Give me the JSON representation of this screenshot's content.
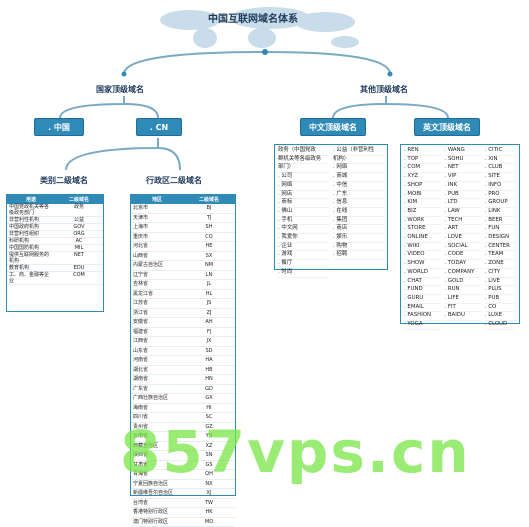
{
  "title": "中国互联网域名体系",
  "level1": {
    "national": "国家顶级域名",
    "other": "其他顶级域名"
  },
  "tld_boxes": {
    "cn_dot": ". 中国",
    "cn": ". CN",
    "chinese": "中文顶级域名",
    "english": "英文顶级域名"
  },
  "level3": {
    "category": "类别二级域名",
    "admin": "行政区二级域名"
  },
  "category_table": {
    "headers": [
      "用途",
      "二级域名"
    ],
    "rows": [
      [
        "中国党政机关等各级政务部门",
        "政务"
      ],
      [
        "非营利性机构",
        "公益"
      ],
      [
        "中国政府机构",
        "GOV"
      ],
      [
        "非营利性组织",
        "ORG"
      ],
      [
        "科研机构",
        "AC"
      ],
      [
        "中国国防机构",
        "MIL"
      ],
      [
        "提供互联网服务的机构",
        "NET"
      ],
      [
        "教育机构",
        "EDU"
      ],
      [
        "工、商、金融等企业",
        "COM"
      ]
    ]
  },
  "admin_table": {
    "headers": [
      "地区",
      "二级域名"
    ],
    "rows": [
      [
        "北京市",
        "BJ"
      ],
      [
        "天津市",
        "TJ"
      ],
      [
        "上海市",
        "SH"
      ],
      [
        "重庆市",
        "CQ"
      ],
      [
        "河北省",
        "HE"
      ],
      [
        "山西省",
        "SX"
      ],
      [
        "内蒙古自治区",
        "NM"
      ],
      [
        "辽宁省",
        "LN"
      ],
      [
        "吉林省",
        "JL"
      ],
      [
        "黑龙江省",
        "HL"
      ],
      [
        "江苏省",
        "JS"
      ],
      [
        "浙江省",
        "ZJ"
      ],
      [
        "安徽省",
        "AH"
      ],
      [
        "福建省",
        "FJ"
      ],
      [
        "江西省",
        "JX"
      ],
      [
        "山东省",
        "SD"
      ],
      [
        "河南省",
        "HA"
      ],
      [
        "湖北省",
        "HB"
      ],
      [
        "湖南省",
        "HN"
      ],
      [
        "广东省",
        "GD"
      ],
      [
        "广西壮族自治区",
        "GX"
      ],
      [
        "海南省",
        "HI"
      ],
      [
        "四川省",
        "SC"
      ],
      [
        "贵州省",
        "GZ"
      ],
      [
        "云南省",
        "YN"
      ],
      [
        "西藏自治区",
        "XZ"
      ],
      [
        "陕西省",
        "SN"
      ],
      [
        "甘肃省",
        "GS"
      ],
      [
        "青海省",
        "QH"
      ],
      [
        "宁夏回族自治区",
        "NX"
      ],
      [
        "新疆维吾尔自治区",
        "XJ"
      ],
      [
        "台湾省",
        "TW"
      ],
      [
        "香港特别行政区",
        "HK"
      ],
      [
        "澳门特别行政区",
        "MO"
      ]
    ]
  },
  "chinese_list": {
    "col1": [
      "政务（中国党政",
      "群机关等各级政务",
      "部门）",
      ". 公司",
      ". 网络",
      ". 网店",
      ". 商标",
      ". 佛山",
      ". 手机",
      ". 中文网",
      ". 我爱你",
      ". 企业",
      ". 游戏",
      ". 餐厅",
      ". 时尚"
    ],
    "col2": [
      ". 公益（非营利性",
      "机构）",
      ". 网络",
      ". 商城",
      ". 中信",
      ". 广东",
      ". 信息",
      ". 在线",
      ". 集团",
      ". 商店",
      ". 娱乐",
      ". 购物",
      ". 招聘"
    ]
  },
  "english_list": {
    "col1": [
      ". REN",
      ". TOP",
      ". COM",
      ". XYZ",
      ". SHOP",
      ". MOBI",
      ". KIM",
      ". BIZ",
      ". WORK",
      ". STORE",
      ". ONLINE",
      ". WIKI",
      ". VIDEO",
      ". SHOW",
      ". WORLD",
      ". CHAT",
      ". FUND",
      ". GURU",
      ". EMAIL",
      ". FASHION",
      ". YOGA"
    ],
    "col2": [
      ". WANG",
      ". SOHU",
      ". NET",
      ". VIP",
      ". INK",
      ". PUB",
      ". LTD",
      ". LAW",
      ". TECH",
      ". ART",
      ". LOVE",
      ". SOCIAL",
      ". CODE",
      ". TODAY",
      ". COMPANY",
      ". GOLD",
      ". RUN",
      ". LIFE",
      ". FIT",
      ". BAIDU"
    ],
    "col3": [
      ". CITIC",
      ". XIN",
      ". CLUB",
      ". SITE",
      ". INFO",
      ". PRO",
      ". GROUP",
      ". LINK",
      ". BEER",
      ". FUN",
      ". DESIGN",
      ". CENTER",
      ". TEAM",
      ". ZONE",
      ". CITY",
      ". LIVE",
      ". PLUS",
      ". PUB",
      ". CO",
      ". LUXE",
      ". CLOUD"
    ]
  },
  "watermark": "857vps.cn",
  "colors": {
    "accent": "#2f8ab8",
    "line": "#7aa9c4",
    "watermark": "#78e646"
  }
}
